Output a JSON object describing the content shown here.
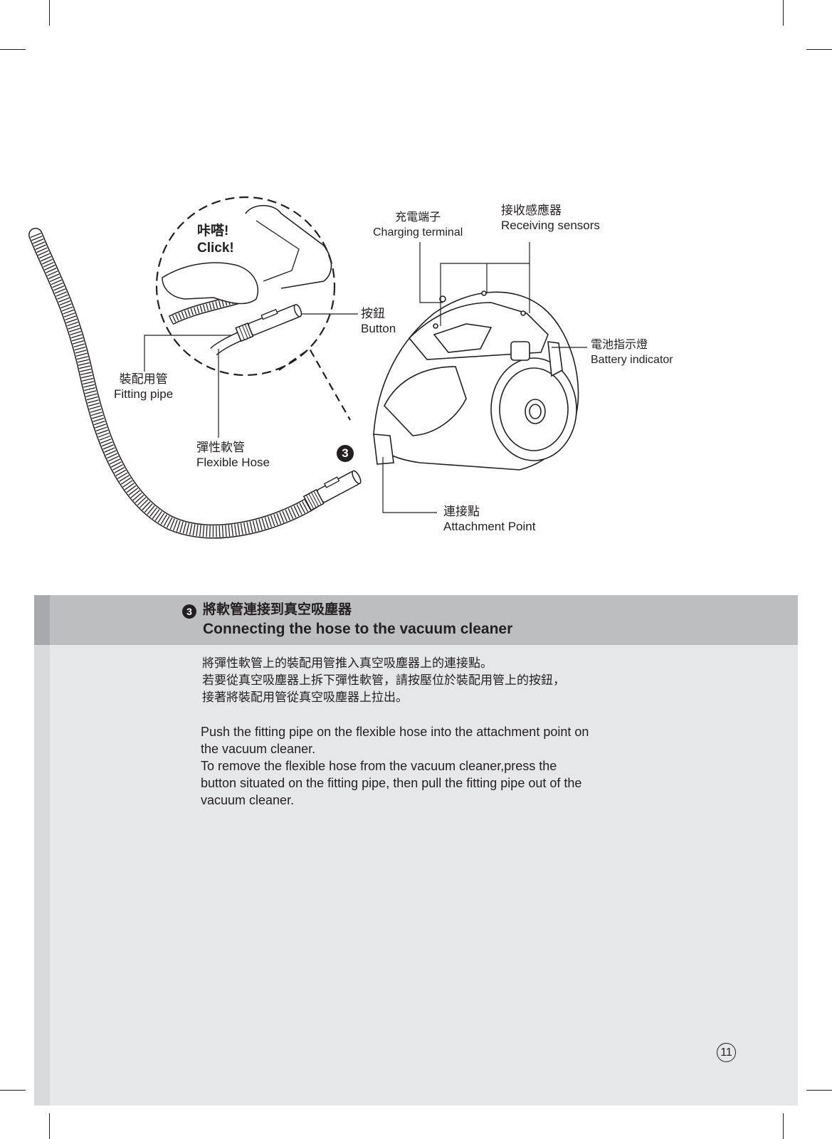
{
  "diagram": {
    "click_zh": "咔嗒!",
    "click_en": "Click!",
    "step_badge": "❸",
    "labels": {
      "charging_terminal_zh": "充電端子",
      "charging_terminal_en": "Charging terminal",
      "receiving_sensors_zh": "接收感應器",
      "receiving_sensors_en": "Receiving sensors",
      "button_zh": "按鈕",
      "button_en": "Button",
      "battery_indicator_zh": "電池指示燈",
      "battery_indicator_en": "Battery indicator",
      "fitting_pipe_zh": "裝配用管",
      "fitting_pipe_en": "Fitting pipe",
      "flexible_hose_zh": "彈性軟管",
      "flexible_hose_en": "Flexible Hose",
      "attachment_point_zh": "連接點",
      "attachment_point_en": "Attachment Point"
    }
  },
  "section": {
    "badge": "3",
    "title_zh": "將軟管連接到真空吸塵器",
    "title_en": "Connecting the hose to the vacuum cleaner",
    "body_zh": [
      "將彈性軟管上的裝配用管推入真空吸塵器上的連接點。",
      "若要從真空吸塵器上拆下彈性軟管，請按壓位於裝配用管上的按鈕，",
      "接著將裝配用管從真空吸塵器上拉出。"
    ],
    "body_en": [
      "Push the fitting pipe on the flexible hose into the attachment point on",
      "the vacuum cleaner.",
      "To remove the flexible hose from the vacuum cleaner,press the",
      "button situated on the fitting pipe, then pull the fitting pipe out of the",
      "vacuum cleaner."
    ]
  },
  "page_number": "11",
  "colors": {
    "header_band": "#bcbec0",
    "body_panel": "#e6e7e8",
    "ink": "#231f20"
  }
}
